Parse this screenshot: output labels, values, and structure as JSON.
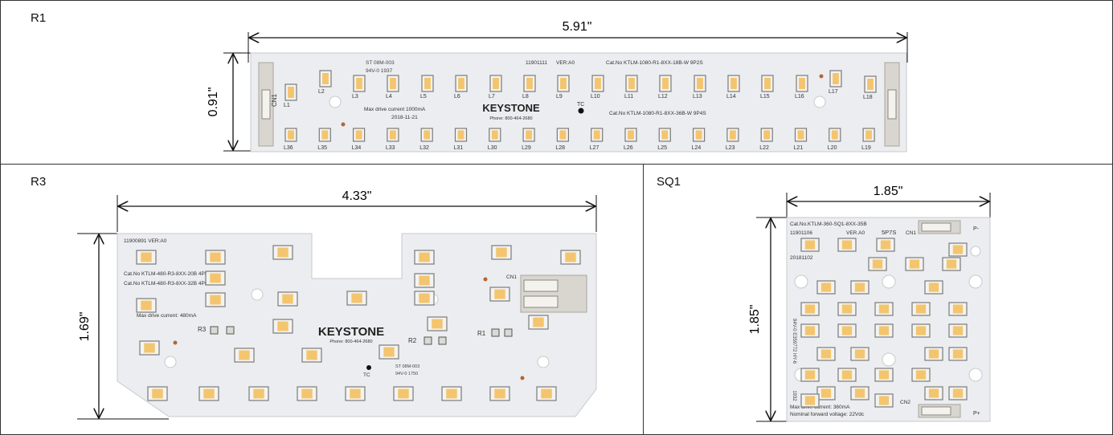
{
  "panels": {
    "r1": {
      "label": "R1",
      "width_dim": "5.91\"",
      "height_dim": "0.91\"",
      "silk": {
        "cat_no_top": "Cat.No KTLM-1080-R1-8XX-18B-W 9P2S",
        "cat_no_bottom": "Cat.No KTLM-1080-R1-8XX-36B-W 9P4S",
        "max_drive": "Max drive current 1000mA",
        "date": "2018-11-21",
        "brand": "KEYSTONE",
        "phone": "Phone: 800-464-2680",
        "pn": "11901111",
        "ver": "VER:A0",
        "ul_line1": "ST 08M-003",
        "ul_line2": "94V-0 1937",
        "tc": "TC",
        "cn": "CN1"
      },
      "top_leds": [
        "L1",
        "L2",
        "L3",
        "L4",
        "L5",
        "L6",
        "L7",
        "L8",
        "L9",
        "L10",
        "L11",
        "L12",
        "L13",
        "L14",
        "L15",
        "L16",
        "L17",
        "L18"
      ],
      "bottom_leds": [
        "L36",
        "L35",
        "L34",
        "L33",
        "L32",
        "L31",
        "L30",
        "L29",
        "L28",
        "L27",
        "L26",
        "L25",
        "L24",
        "L23",
        "L22",
        "L21",
        "L20",
        "L19"
      ]
    },
    "r3": {
      "label": "R3",
      "width_dim": "4.33\"",
      "height_dim": "1.69\"",
      "silk": {
        "pn": "11900891 VER:A0",
        "cat1": "Cat.No KTLM-480-R3-8XX-20B 4P5S",
        "cat2": "Cat.No KTLM-480-R3-8XX-32B 4P8S",
        "max_drive": "Max drive current: 480mA",
        "brand": "KEYSTONE",
        "phone": "Phone: 800-464-2680",
        "r3": "R3",
        "r2": "R2",
        "r1": "R1",
        "tc": "TC",
        "cn": "CN1",
        "ul": "ST 08M-003",
        "ul2": "94V-0 1750"
      }
    },
    "sq1": {
      "label": "SQ1",
      "width_dim": "1.85\"",
      "height_dim": "1.85\"",
      "silk": {
        "cat": "Cat.No.KTLM-360-SQ1-8XX-35B",
        "pn": "11901106",
        "ver": "VER.A0",
        "config": "5P7S",
        "cn1": "CN1",
        "date": "20181102",
        "max_drive": "Max drive current: 360mA",
        "nominal": "Nominal forward voltage: 22Vdc",
        "cn2": "CN2",
        "p_minus": "P-",
        "p_plus": "P+",
        "side_text": "94V-0 E359772 HY-6",
        "num": "1932"
      }
    }
  },
  "colors": {
    "board": "#ecedf0",
    "led_body": "#f3f3f1",
    "led_phosphor": "#f4c56f",
    "connector": "#d9d6cf",
    "dim_line": "#111111"
  }
}
